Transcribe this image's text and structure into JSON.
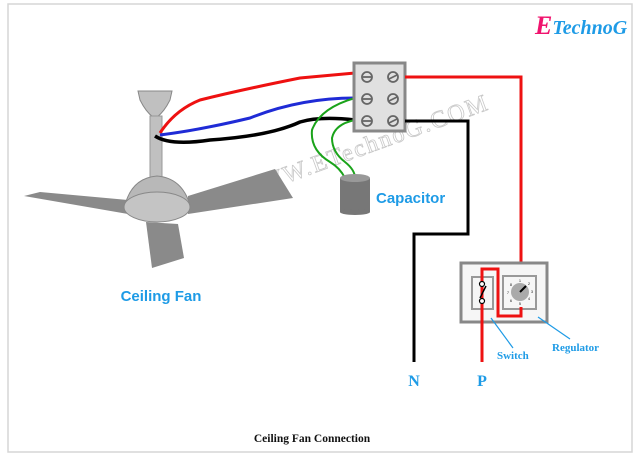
{
  "logo": {
    "letter": "E",
    "rest": "TechnoG",
    "letter_color": "#f0146e",
    "rest_color": "#1e9be6"
  },
  "watermark": "WWW.ETechnoG.COM",
  "labels": {
    "fan": "Ceiling Fan",
    "capacitor": "Capacitor",
    "switch": "Switch",
    "regulator": "Regulator",
    "neutral": "N",
    "phase": "P"
  },
  "regulator_dial": [
    "1",
    "2",
    "3",
    "4",
    "5",
    "6",
    "7",
    "8"
  ],
  "caption": "Ceiling Fan Connection",
  "colors": {
    "phase": "#ee1111",
    "neutral": "#000000",
    "fan_wire_blue": "#1f2bd6",
    "capacitor_wire": "#1aa31a",
    "label": "#1e9be6",
    "device_gray": "#8a8a8a"
  }
}
